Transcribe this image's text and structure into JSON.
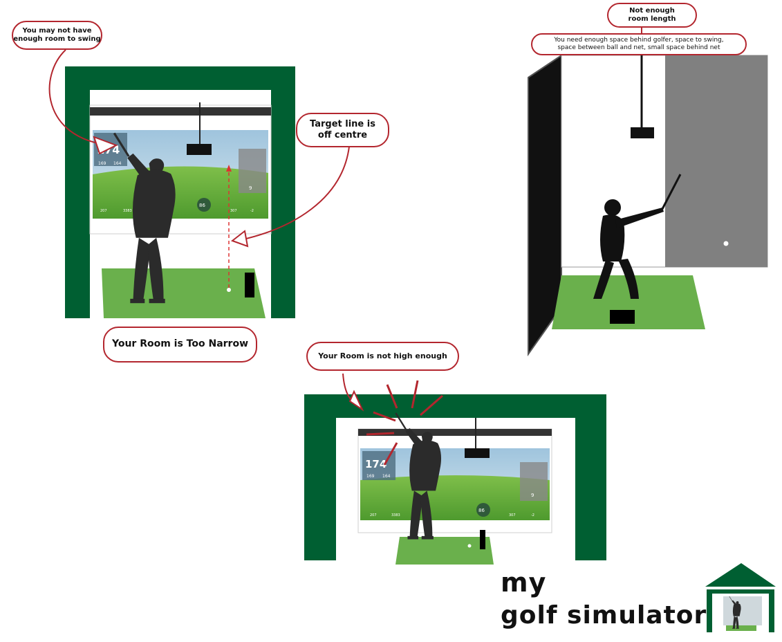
{
  "callouts": {
    "no_room_swing": "You may not have enough room to swing",
    "target_line": "Target line is off centre",
    "too_narrow": "Your Room is Too Narrow",
    "not_high": "Your Room is not high enough",
    "not_length": "Not enough room length",
    "length_detail": "You need enough space behind golfer, space to swing, space between ball and net, small space behind net"
  },
  "screen": {
    "distance": "174",
    "stat_a": "169",
    "stat_b": "164",
    "speed": "86",
    "club_num": "9",
    "stat_c": "207",
    "stat_d": "3383",
    "stat_e": "307",
    "stat_f": "-2"
  },
  "logo": {
    "line1": "my",
    "line2": "golf simulator"
  },
  "colors": {
    "wall_green": "#005f32",
    "mat_green": "#6ab04c",
    "callout_red": "#b3262e",
    "silhouette": "#2b2b2b",
    "net_grey": "#808080"
  }
}
